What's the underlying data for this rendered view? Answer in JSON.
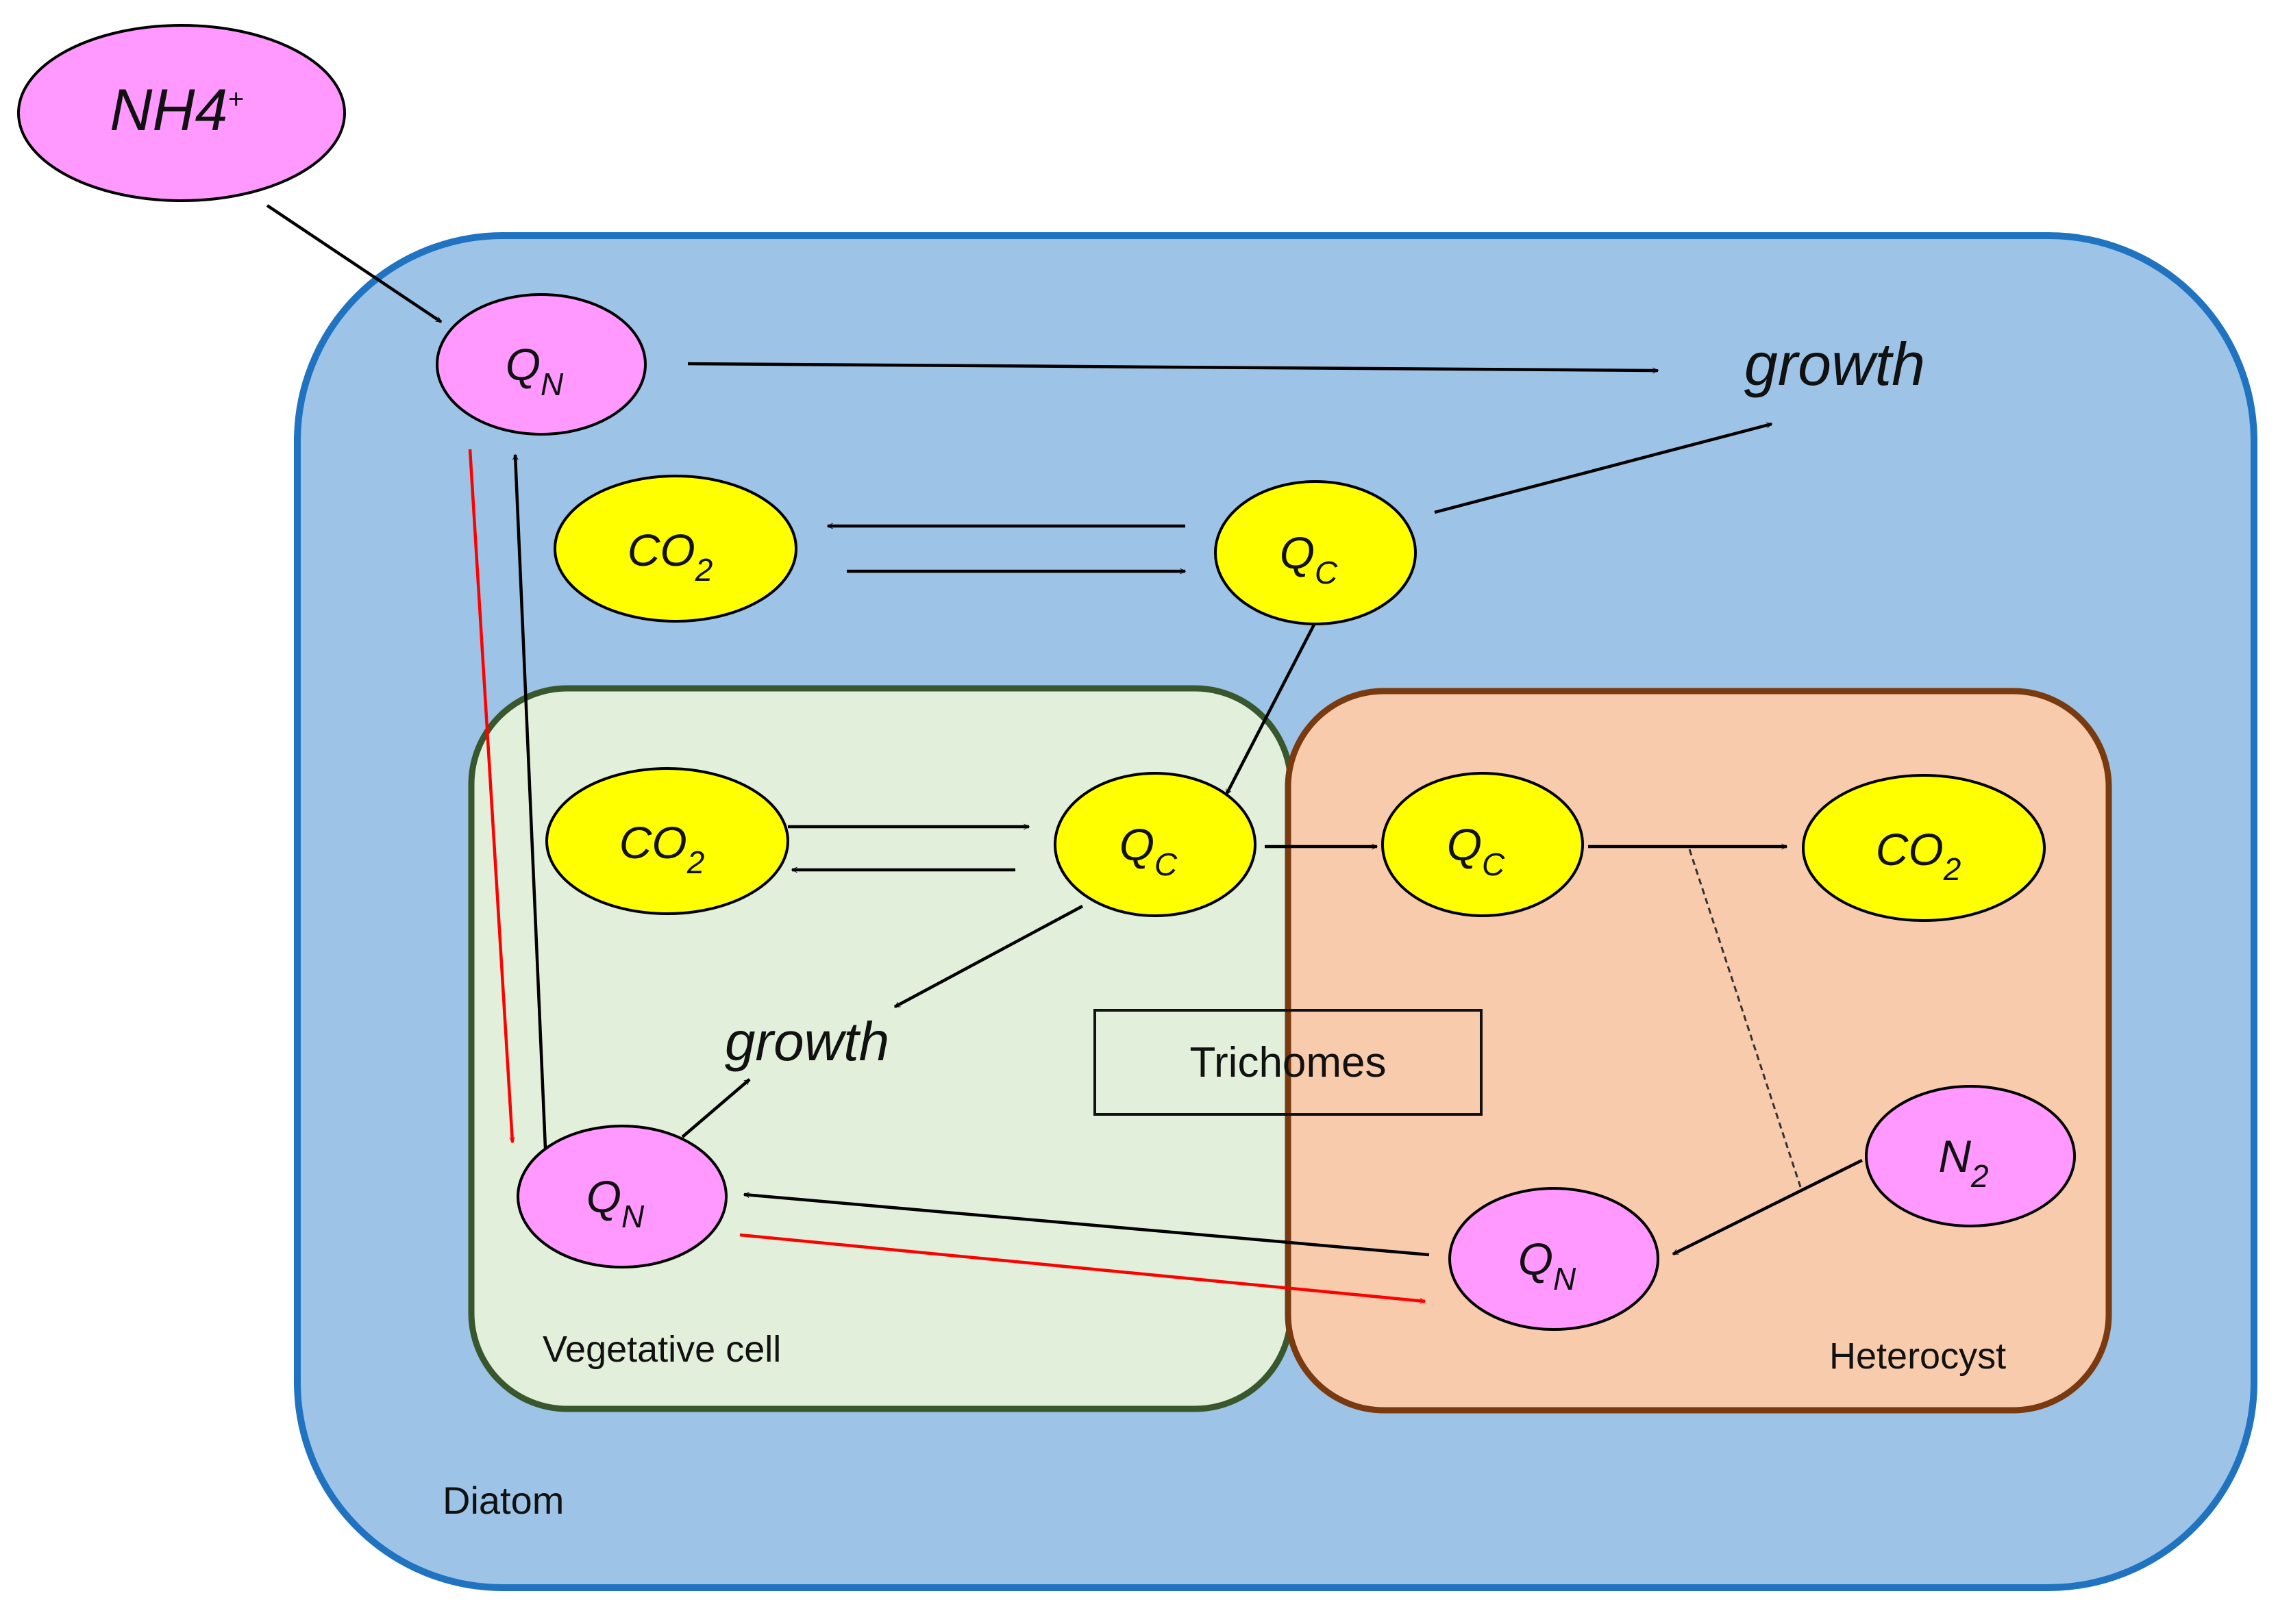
{
  "colors": {
    "diatom_fill": "#9dc3e6",
    "diatom_stroke": "#1f73c0",
    "vegetative_fill": "#e2efda",
    "vegetative_stroke": "#38572c",
    "heterocyst_fill": "#f8cbad",
    "heterocyst_stroke": "#7a3a10",
    "nitrogen_node": "#ff99ff",
    "carbon_node": "#ffff00",
    "arrow": "#000000",
    "transfer_arrow": "#ff0000"
  },
  "regions": {
    "diatom": "Diatom",
    "vegetative": "Vegetative cell",
    "heterocyst": "Heterocyst",
    "trichomes": "Trichomes"
  },
  "external": {
    "nh4_main": "NH4",
    "nh4_charge": "+"
  },
  "diatom": {
    "qn": {
      "main": "Q",
      "sub": "N"
    },
    "co2": {
      "main": "CO",
      "sub": "2"
    },
    "qc": {
      "main": "Q",
      "sub": "C"
    },
    "growth": "growth"
  },
  "vegetative": {
    "co2": {
      "main": "CO",
      "sub": "2"
    },
    "qc": {
      "main": "Q",
      "sub": "C"
    },
    "growth": "growth",
    "qn": {
      "main": "Q",
      "sub": "N"
    }
  },
  "heterocyst": {
    "qc": {
      "main": "Q",
      "sub": "C"
    },
    "co2": {
      "main": "CO",
      "sub": "2"
    },
    "n2": {
      "main": "N",
      "sub": "2"
    },
    "qn": {
      "main": "Q",
      "sub": "N"
    }
  }
}
